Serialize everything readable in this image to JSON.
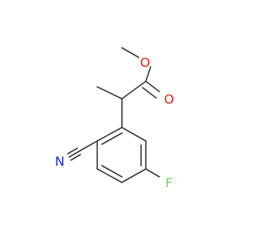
{
  "molecule": {
    "atoms": {
      "ester_oxygen": {
        "label": "O",
        "color": "#e8241c"
      },
      "carbonyl_oxygen": {
        "label": "O",
        "color": "#e8241c"
      },
      "nitrile_nitrogen": {
        "label": "N",
        "color": "#1c26e8"
      },
      "fluorine": {
        "label": "F",
        "color": "#7ac96e"
      }
    },
    "bond_color": "#3a3a3a"
  }
}
